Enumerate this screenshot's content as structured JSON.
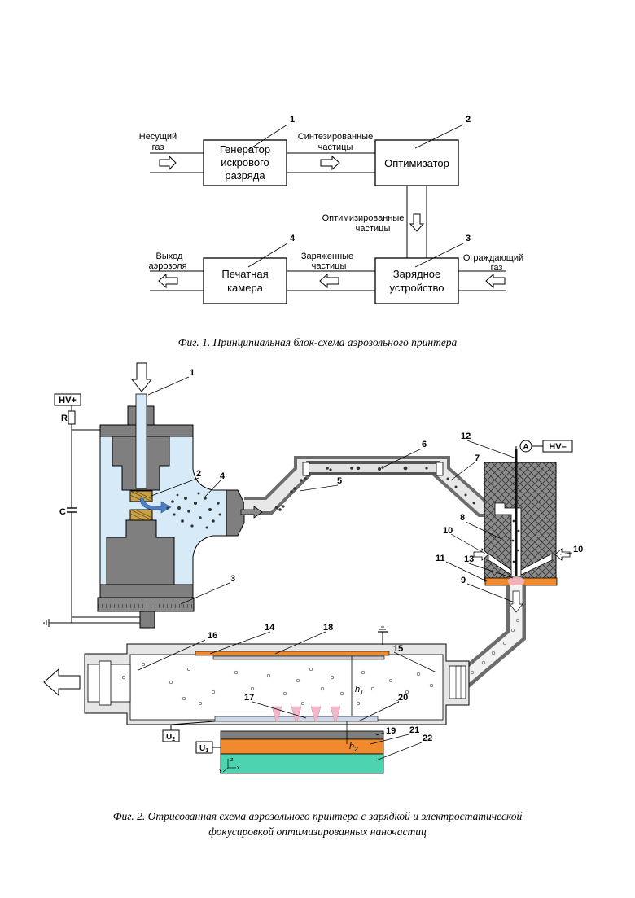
{
  "figure1": {
    "caption": "Фиг. 1. Принципиальная блок-схема аэрозольного принтера",
    "blocks": [
      {
        "num": "1",
        "lines": [
          "Генератор",
          "искрового",
          "разряда"
        ]
      },
      {
        "num": "2",
        "lines": [
          "Оптимизатор"
        ]
      },
      {
        "num": "3",
        "lines": [
          "Зарядное",
          "устройство"
        ]
      },
      {
        "num": "4",
        "lines": [
          "Печатная",
          "камера"
        ]
      }
    ],
    "labels": {
      "carrier_gas": [
        "Несущий",
        "газ"
      ],
      "synthesized": [
        "Синтезированные",
        "частицы"
      ],
      "optimized": [
        "Оптимизированные",
        "частицы"
      ],
      "guard_gas": [
        "Ограждающий",
        "газ"
      ],
      "charged": [
        "Заряженные",
        "частицы"
      ],
      "aerosol_out": [
        "Выход",
        "аэрозоля"
      ]
    }
  },
  "figure2": {
    "caption_lines": [
      "Фиг. 2. Отрисованная схема аэрозольного принтера с зарядкой и электростатической",
      "фокусировкой оптимизированных наночастиц"
    ],
    "hv_plus": "HV+",
    "hv_minus": "HV–",
    "ammeter": "A",
    "resistor": "R",
    "capacitor": "C",
    "u1": "U",
    "u1_sub": "1",
    "u2": "U",
    "u2_sub": "2",
    "h1": "h",
    "h1_sub": "1",
    "h2": "h",
    "h2_sub": "2",
    "axis_labels": {
      "x": "x",
      "y": "y",
      "z": "z"
    },
    "callouts": [
      "1",
      "2",
      "3",
      "4",
      "5",
      "6",
      "7",
      "8",
      "9",
      "10",
      "10",
      "11",
      "12",
      "13",
      "14",
      "15",
      "16",
      "17",
      "18",
      "19",
      "20",
      "21",
      "22"
    ]
  },
  "colors": {
    "chamber_fill": "#d6ebf7",
    "metal_dark": "#7f7f7f",
    "metal_mid": "#a6a6a6",
    "electrode_wood": "#c8a24a",
    "orange": "#f08a2c",
    "teal": "#4dd3b0",
    "hatch_bg": "#8c8c8c",
    "arrow_blue": "#4d7fc4",
    "plume_pink": "#f0b8c8"
  }
}
